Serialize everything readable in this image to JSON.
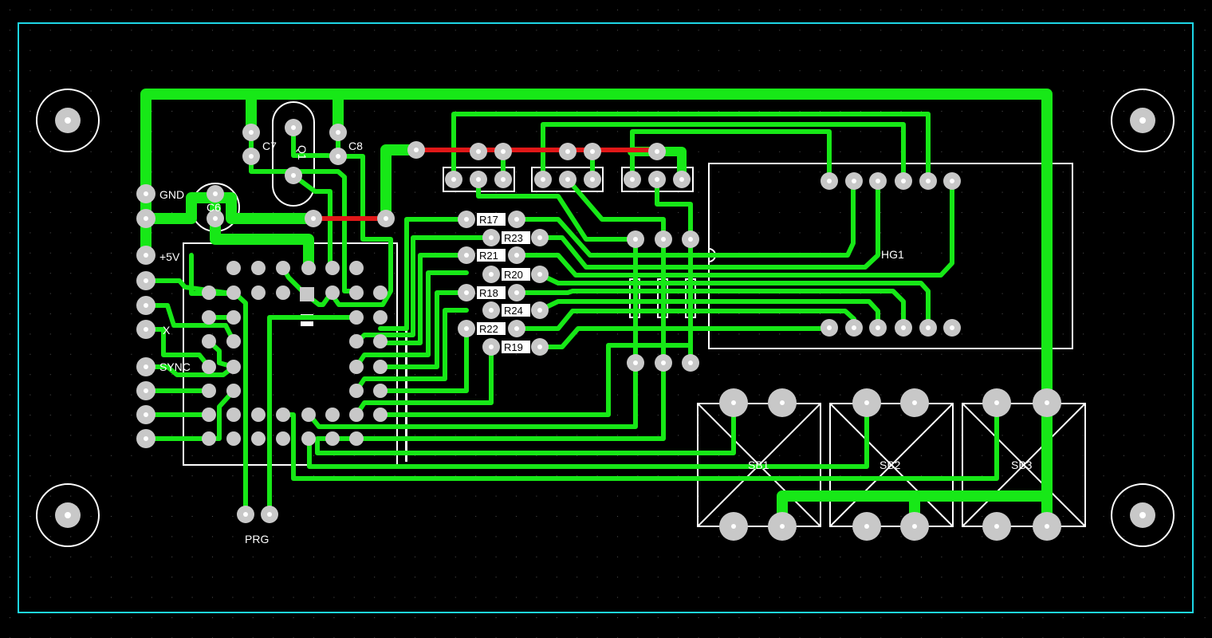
{
  "labels": {
    "gnd": "GND",
    "plus5v": "+5V",
    "x": "X",
    "sync": "SYNC",
    "c6": "C6",
    "c7": "C7",
    "c8": "C8",
    "q1": "Q1",
    "prg": "PRG",
    "hg1": "HG1",
    "sb1": "SB1",
    "sb2": "SB2",
    "sb3": "SB3",
    "resistors": [
      "R17",
      "R23",
      "R21",
      "R20",
      "R18",
      "R24",
      "R22",
      "R19"
    ]
  },
  "colors": {
    "background": "#000000",
    "board_outline": "#1ED6E6",
    "trace": "#17E817",
    "pad": "#C8C8C8",
    "silkscreen": "#FFFFFF",
    "jumper": "#E01818"
  }
}
